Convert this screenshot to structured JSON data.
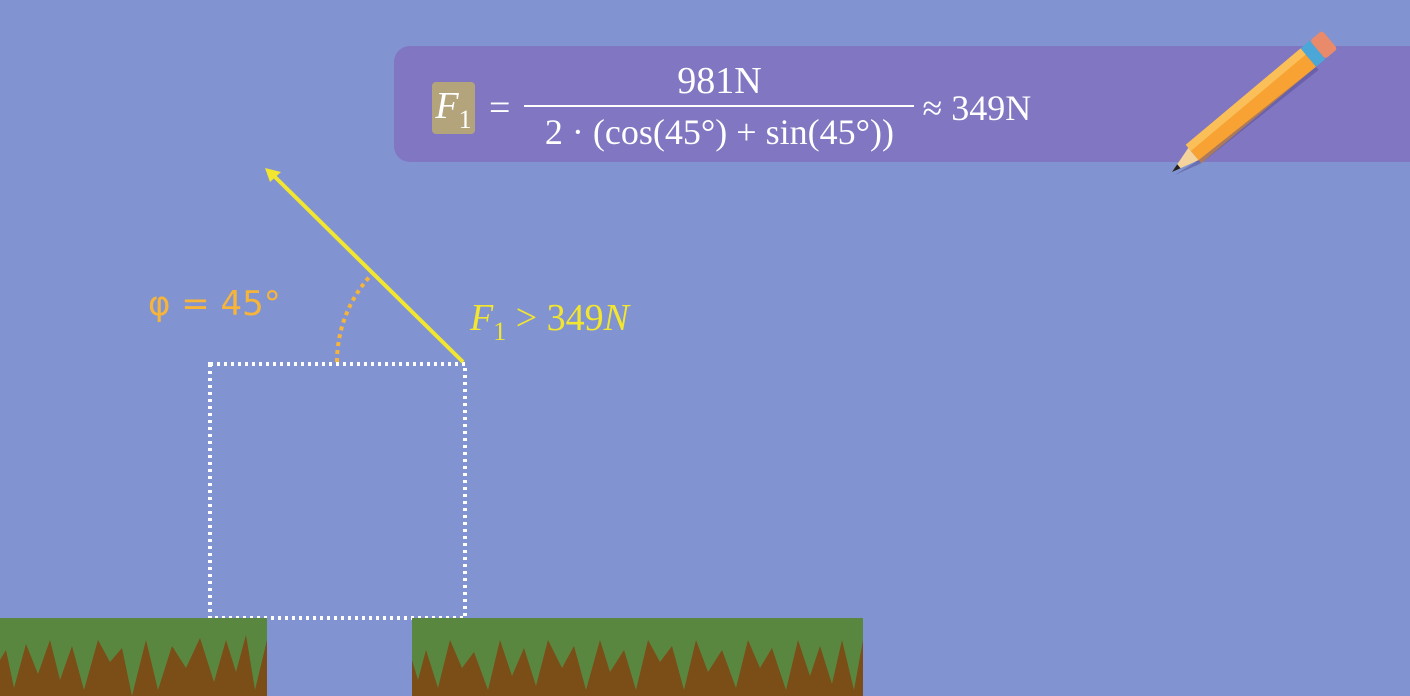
{
  "formula": {
    "lhs_var": "F",
    "lhs_sub": "1",
    "equals": "=",
    "numerator": "981N",
    "denominator": "2 · (cos(45°) + sin(45°))",
    "approx_result": "≈ 349N"
  },
  "angle_label": "φ = 45°",
  "force_label": {
    "var": "F",
    "sub": "1",
    "relation": " > 349",
    "unit": "N"
  },
  "colors": {
    "background": "#8193d1",
    "banner": "#8176c1",
    "highlight_box": "#b3a47c",
    "force_arrow": "#f2e62e",
    "angle_arc": "#f7b43a",
    "grass": "#5a8740",
    "dirt": "#7b4d17"
  },
  "icons": {
    "pencil": "pencil-icon"
  }
}
